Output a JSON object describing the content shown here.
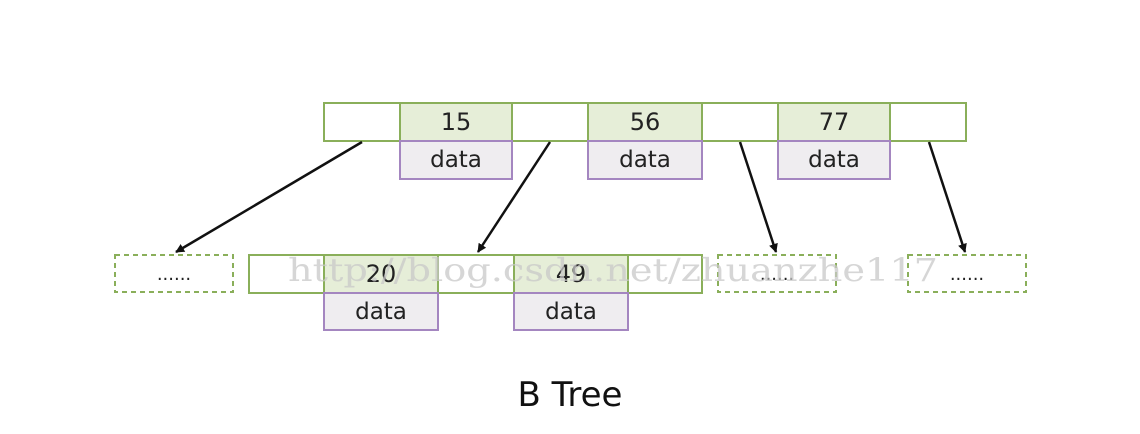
{
  "title": "B Tree",
  "root": {
    "keys": [
      "15",
      "56",
      "77"
    ],
    "data_label": "data"
  },
  "child": {
    "keys": [
      "20",
      "49"
    ],
    "data_label": "data"
  },
  "placeholders": [
    "......",
    "......",
    "......"
  ],
  "watermark": "http://blog.csdn.net/zhuanzhe117",
  "colors": {
    "node_border": "#8aaf5a",
    "key_fill": "#e6eed8",
    "data_border": "#a486c0",
    "data_fill": "#efedf0",
    "arrow": "#111111"
  }
}
